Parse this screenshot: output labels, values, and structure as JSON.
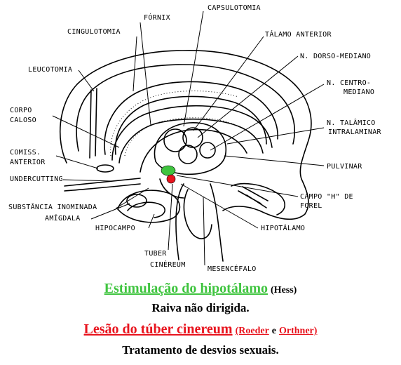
{
  "labels": {
    "fornix": "FÓRNIX",
    "capsulotomia": "CAPSULOTOMIA",
    "cingulotomia": "CINGULOTOMIA",
    "talamo_anterior": "TÁLAMO ANTERIOR",
    "dorso_mediano": "N. DORSO-MEDIANO",
    "leucotomia": "LEUCOTOMIA",
    "centro_line1": "N. CENTRO-",
    "centro_line2": "MEDIANO",
    "corpo": "CORPO",
    "caloso": "CALOSO",
    "talamico_line1": "N. TALÂMICO",
    "talamico_line2": "INTRALAMINAR",
    "comiss": "COMISS.",
    "anterior": "ANTERIOR",
    "pulvinar": "PULVINAR",
    "undercutting": "UNDERCUTTING",
    "campo_line1": "CAMPO \"H\" DE",
    "campo_line2": "FOREL",
    "substancia": "SUBSTÂNCIA INOMINADA",
    "amigdala": "AMÍGDALA",
    "hipocampo": "HIPOCAMPO",
    "hipotalamo": "HIPOTÁLAMO",
    "tuber": "TUBER",
    "cinereum": "CINÉREUM",
    "mesencefalo": "MESENCÉFALO"
  },
  "captions": {
    "line1_main": "Estimulação do hipotálamo",
    "line1_ref": "(Hess)",
    "line2": "Raiva não dirigida.",
    "line3_main": "Lesão do túber cinereum",
    "line3_ref_open": "(Roeder",
    "line3_ref_and": "e",
    "line3_ref_close": "Orthner)",
    "line4": "Tratamento de desvios sexuais."
  },
  "colors": {
    "stimulation": "#3fc43f",
    "lesion": "#e8141e"
  }
}
